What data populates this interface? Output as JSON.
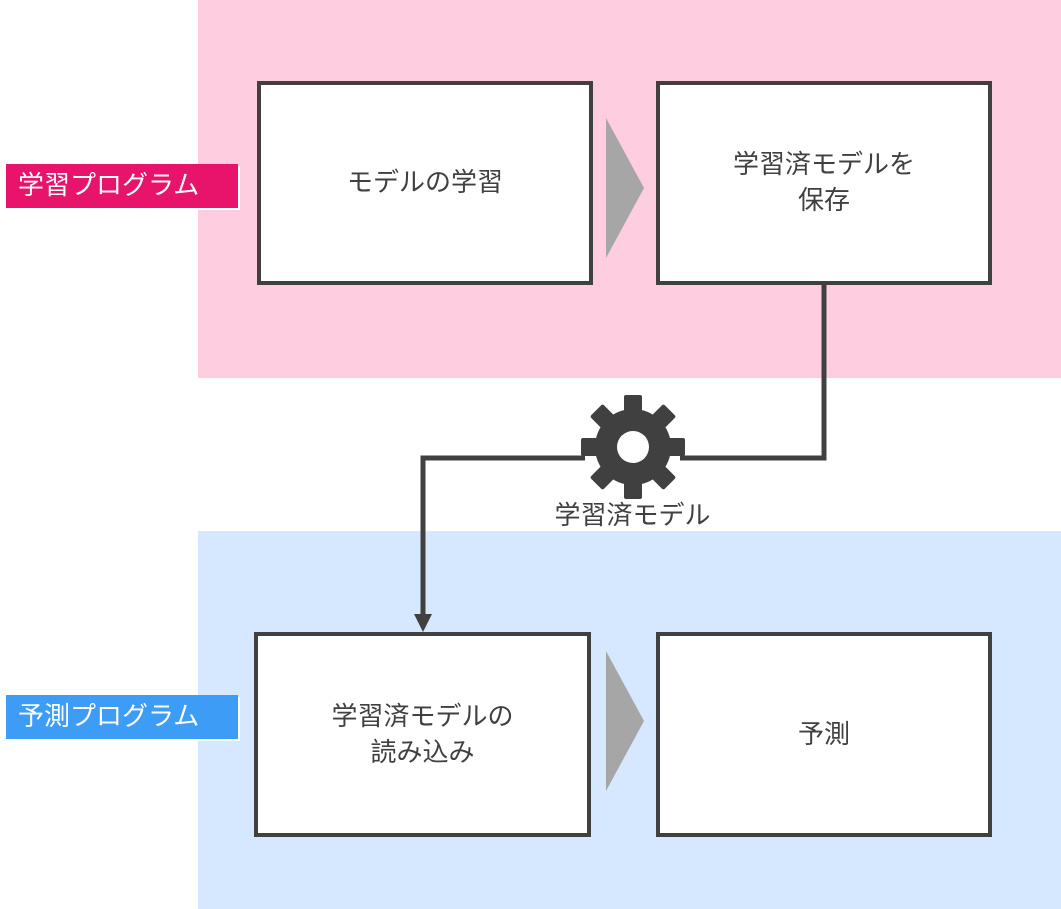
{
  "lanes": {
    "training": {
      "label": "学習プログラム",
      "color": "#e8136b",
      "band_color": "#ffcce0"
    },
    "prediction": {
      "label": "予測プログラム",
      "color": "#3d9cf5",
      "band_color": "#d6e8ff"
    }
  },
  "steps": {
    "train_model": "モデルの学習",
    "save_model": "学習済モデルを\n保存",
    "load_model": "学習済モデルの\n読み込み",
    "predict": "予測"
  },
  "artifact": {
    "label": "学習済モデル",
    "icon": "gear-icon"
  },
  "colors": {
    "line": "#404040",
    "arrow": "#a6a6a6"
  }
}
